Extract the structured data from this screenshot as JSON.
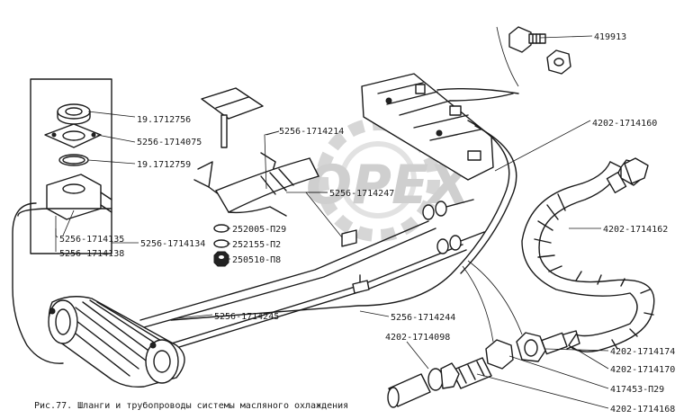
{
  "watermark": "OPEX",
  "caption": "Рис.77. Шланги и трубопроводы системы масляного охлаждения",
  "labels": {
    "l419913": "419913",
    "l19_1712756": "19.1712756",
    "l5256_1714075": "5256-1714075",
    "l19_1712759": "19.1712759",
    "l5256_1714214": "5256-1714214",
    "l4202_1714160": "4202-1714160",
    "l5256_1714247": "5256-1714247",
    "l4202_1714162": "4202-1714162",
    "l252005": "252005-П29",
    "l252155": "252155-П2",
    "l250510": "250510-П8",
    "l5256_1714135": "5256-1714135",
    "l5256_1714134": "5256-1714134",
    "l5256_1714138": "5256-1714138",
    "l5256_1714245": "5256-1714245",
    "l5256_1714244": "5256-1714244",
    "l4202_1714098": "4202-1714098",
    "l4202_1714174": "4202-1714174",
    "l4202_1714170": "4202-1714170",
    "l417453": "417453-П29",
    "l4202_1714168": "4202-1714168"
  }
}
